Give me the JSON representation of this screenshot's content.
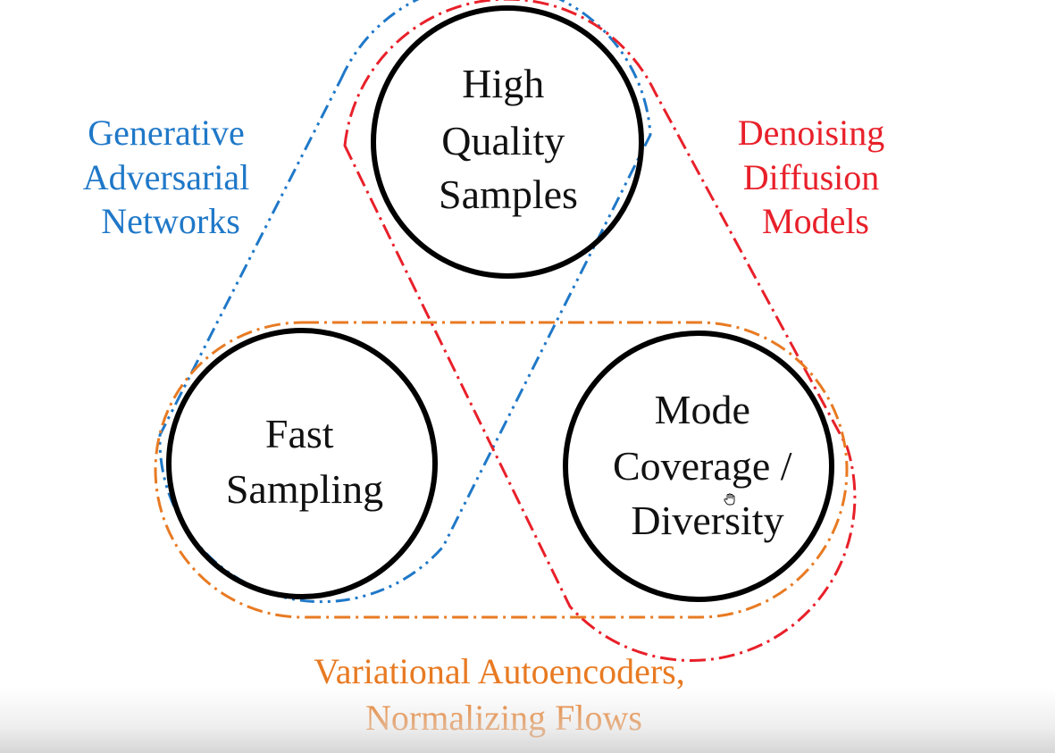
{
  "colors": {
    "gan": "#1f78c8",
    "diffusion": "#e8202a",
    "vae": "#e87a22",
    "circle_stroke": "#000000",
    "node_text": "#111111"
  },
  "nodes": {
    "high_quality": [
      "High",
      "Quality",
      "Samples"
    ],
    "fast_sampling": [
      "Fast",
      "Sampling"
    ],
    "mode_coverage": [
      "Mode",
      "Coverage /",
      "Diversity"
    ]
  },
  "labels": {
    "gan": [
      "Generative",
      "Adversarial",
      "Networks"
    ],
    "diffusion": [
      "Denoising",
      "Diffusion",
      "Models"
    ],
    "vae": [
      "Variational Autoencoders,",
      "Normalizing Flows"
    ]
  },
  "cursor": "hand-cursor-icon"
}
